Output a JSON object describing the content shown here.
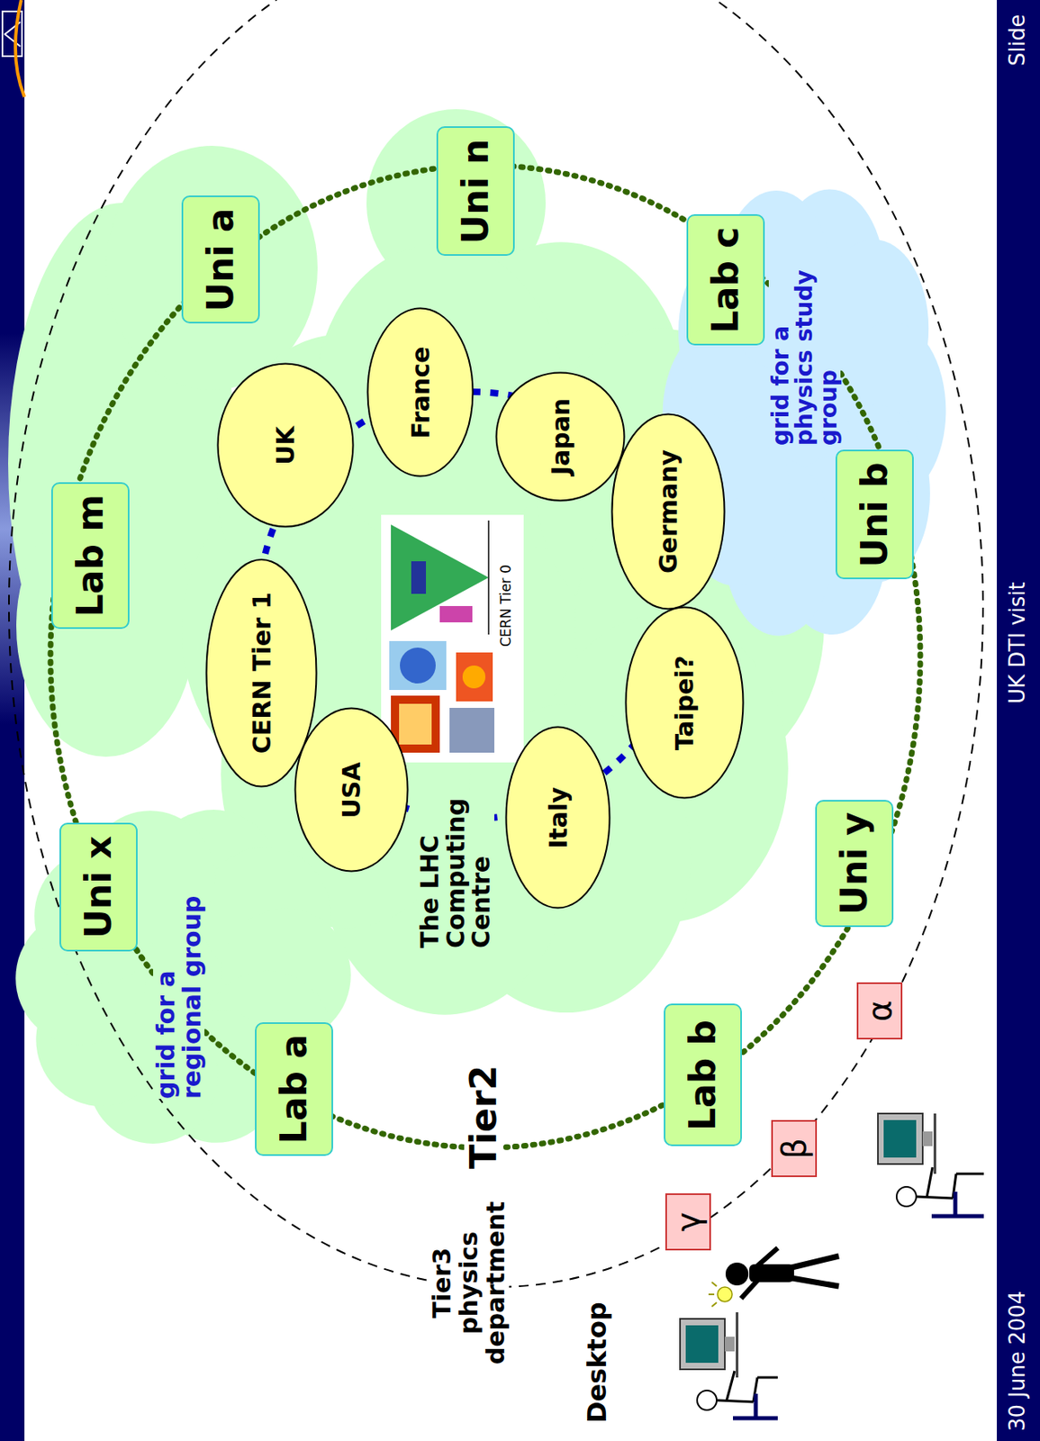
{
  "diagram": {
    "nodes": [
      {
        "text": [
          "The LHC Computing Centre"
        ]
      },
      {
        "text": [
          "CERN Tier 1"
        ],
        "in": 0
      },
      {
        "text": [
          "UK"
        ],
        "in": 0
      },
      {
        "text": [
          "France"
        ],
        "in": 0
      },
      {
        "text": [
          "Japan"
        ],
        "in": 0
      },
      {
        "text": [
          "Germany"
        ],
        "in": 0
      },
      {
        "text": [
          "Taipei?"
        ],
        "in": 0
      },
      {
        "text": [
          "Italy"
        ],
        "in": 0
      },
      {
        "text": [
          "USA"
        ],
        "in": 0
      },
      {
        "text": [
          "grid for a regional group"
        ]
      },
      {
        "text": [
          "Uni x"
        ],
        "in": 9
      },
      {
        "text": [
          "Lab a"
        ],
        "in": 9
      },
      {
        "text": [
          "Lab m"
        ]
      },
      {
        "text": [
          "Uni a"
        ]
      },
      {
        "text": [
          "Uni n"
        ]
      },
      {
        "text": [
          "grid for a physics study group"
        ]
      },
      {
        "text": [
          "Lab c"
        ],
        "in": 15
      },
      {
        "text": [
          "Uni b"
        ],
        "in": 15
      },
      {
        "text": [
          "Uni y"
        ]
      },
      {
        "text": [
          "Lab b"
        ]
      },
      {
        "text": [
          "γ"
        ]
      },
      {
        "text": [
          "β"
        ]
      },
      {
        "text": [
          "α"
        ]
      }
    ],
    "labels": [
      "CERN Tier 0",
      "Tier2",
      "Tier3 physics department",
      "Desktop",
      "30 June 2004",
      "UK DTI visit",
      "Slide"
    ]
  }
}
